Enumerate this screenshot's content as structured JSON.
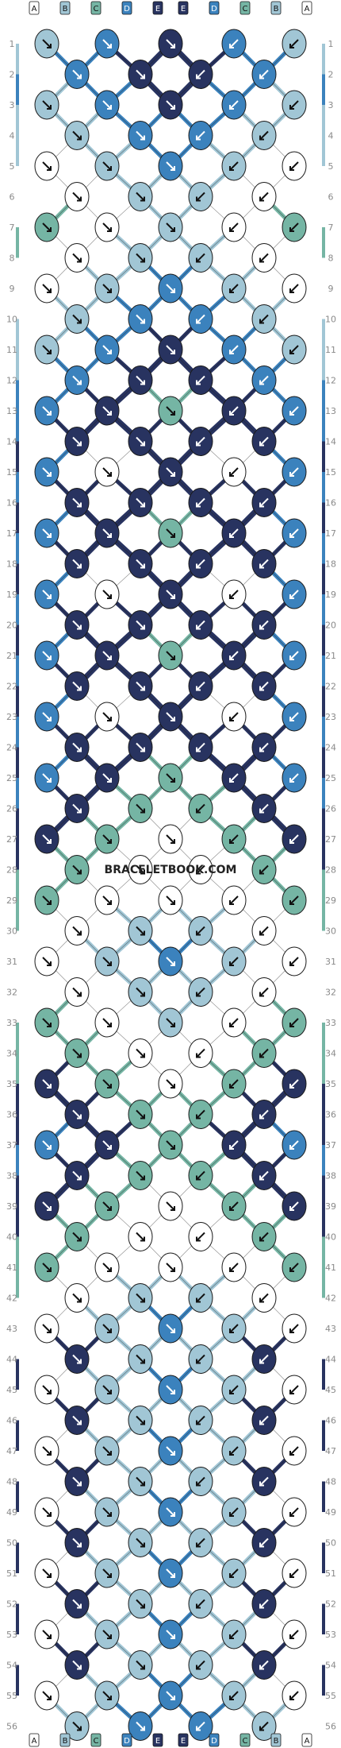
{
  "watermark": "BRACELETBOOK.COM",
  "pattern": {
    "string_letters": [
      "A",
      "B",
      "C",
      "D",
      "E",
      "E",
      "D",
      "C",
      "B",
      "A"
    ],
    "row_count": 56,
    "colors": {
      "A": "#ffffff",
      "B": "#a1c6d5",
      "C": "#75b5a4",
      "D": "#3b82bd",
      "E": "#283360"
    },
    "knot_rows": [
      [
        "B",
        "D",
        "E",
        "D",
        "B"
      ],
      [
        "D",
        "E",
        "E",
        "D"
      ],
      [
        "B",
        "D",
        "E",
        "D",
        "B"
      ],
      [
        "B",
        "D",
        "D",
        "B"
      ],
      [
        "A",
        "B",
        "D",
        "B",
        "A"
      ],
      [
        "A",
        "B",
        "B",
        "A"
      ],
      [
        "C",
        "A",
        "B",
        "A",
        "C"
      ],
      [
        "A",
        "B",
        "B",
        "A"
      ],
      [
        "A",
        "B",
        "D",
        "B",
        "A"
      ],
      [
        "B",
        "D",
        "D",
        "B"
      ],
      [
        "B",
        "D",
        "E",
        "D",
        "B"
      ],
      [
        "D",
        "E",
        "E",
        "D"
      ],
      [
        "D",
        "E",
        "C",
        "E",
        "D"
      ],
      [
        "E",
        "E",
        "E",
        "E"
      ],
      [
        "D",
        "A",
        "E",
        "A",
        "D"
      ],
      [
        "E",
        "E",
        "E",
        "E"
      ],
      [
        "D",
        "E",
        "C",
        "E",
        "D"
      ],
      [
        "E",
        "E",
        "E",
        "E"
      ],
      [
        "D",
        "A",
        "E",
        "A",
        "D"
      ],
      [
        "E",
        "E",
        "E",
        "E"
      ],
      [
        "D",
        "E",
        "C",
        "E",
        "D"
      ],
      [
        "E",
        "E",
        "E",
        "E"
      ],
      [
        "D",
        "A",
        "E",
        "A",
        "D"
      ],
      [
        "E",
        "E",
        "E",
        "E"
      ],
      [
        "D",
        "E",
        "C",
        "E",
        "D"
      ],
      [
        "E",
        "C",
        "C",
        "E"
      ],
      [
        "E",
        "C",
        "A",
        "C",
        "E"
      ],
      [
        "C",
        "A",
        "A",
        "C"
      ],
      [
        "C",
        "A",
        "A",
        "A",
        "C"
      ],
      [
        "A",
        "B",
        "B",
        "A"
      ],
      [
        "A",
        "B",
        "D",
        "B",
        "A"
      ],
      [
        "A",
        "B",
        "B",
        "A"
      ],
      [
        "C",
        "A",
        "B",
        "A",
        "C"
      ],
      [
        "C",
        "A",
        "A",
        "C"
      ],
      [
        "E",
        "C",
        "A",
        "C",
        "E"
      ],
      [
        "E",
        "C",
        "C",
        "E"
      ],
      [
        "D",
        "E",
        "C",
        "E",
        "D"
      ],
      [
        "E",
        "C",
        "C",
        "E"
      ],
      [
        "E",
        "C",
        "A",
        "C",
        "E"
      ],
      [
        "C",
        "A",
        "A",
        "C"
      ],
      [
        "C",
        "A",
        "A",
        "A",
        "C"
      ],
      [
        "A",
        "B",
        "B",
        "A"
      ],
      [
        "A",
        "B",
        "D",
        "B",
        "A"
      ],
      [
        "E",
        "B",
        "B",
        "E"
      ],
      [
        "A",
        "B",
        "D",
        "B",
        "A"
      ],
      [
        "E",
        "B",
        "B",
        "E"
      ],
      [
        "A",
        "B",
        "D",
        "B",
        "A"
      ],
      [
        "E",
        "B",
        "B",
        "E"
      ],
      [
        "A",
        "B",
        "D",
        "B",
        "A"
      ],
      [
        "E",
        "B",
        "B",
        "E"
      ],
      [
        "A",
        "B",
        "D",
        "B",
        "A"
      ],
      [
        "E",
        "B",
        "B",
        "E"
      ],
      [
        "A",
        "B",
        "D",
        "B",
        "A"
      ],
      [
        "E",
        "B",
        "B",
        "E"
      ],
      [
        "A",
        "B",
        "D",
        "B",
        "A"
      ],
      [
        "B",
        "D",
        "D",
        "B"
      ]
    ]
  }
}
